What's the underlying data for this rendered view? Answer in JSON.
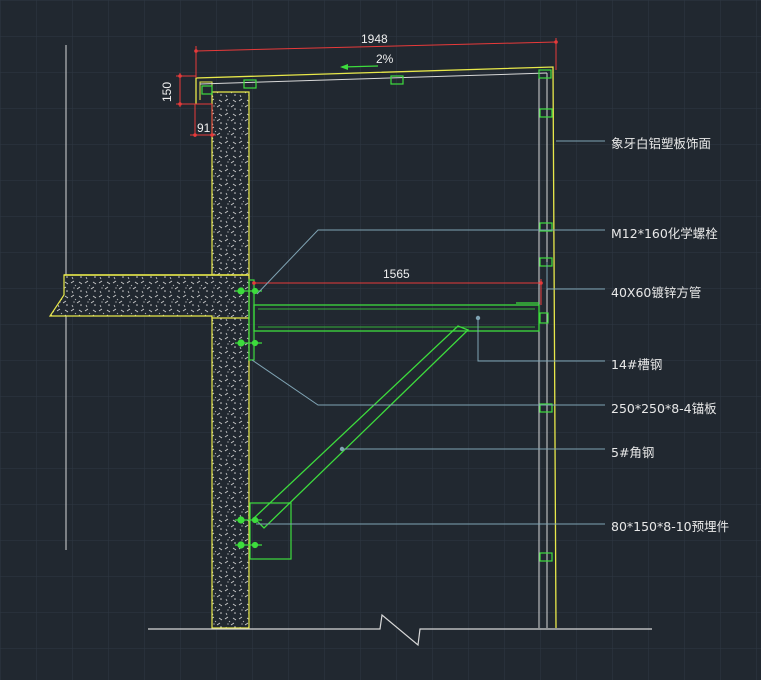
{
  "annotations": [
    "象牙白铝塑板饰面",
    "M12*160化学螺栓",
    "40X60镀锌方管",
    "14#槽钢",
    "250*250*8-4锚板",
    "5#角钢",
    "80*150*8-10预埋件"
  ],
  "dimensions": {
    "top_width": "1948",
    "slope": "2%",
    "height_left": "150",
    "small_offset": "91",
    "beam_length": "1565"
  },
  "colors": {
    "background": "#212830",
    "grid": "#2f3944",
    "wall_edge": "#e8e84a",
    "steel": "#3ddc3d",
    "dimension": "#e83a3a",
    "leader": "#7fa3b3",
    "line": "#d8d8d8"
  }
}
